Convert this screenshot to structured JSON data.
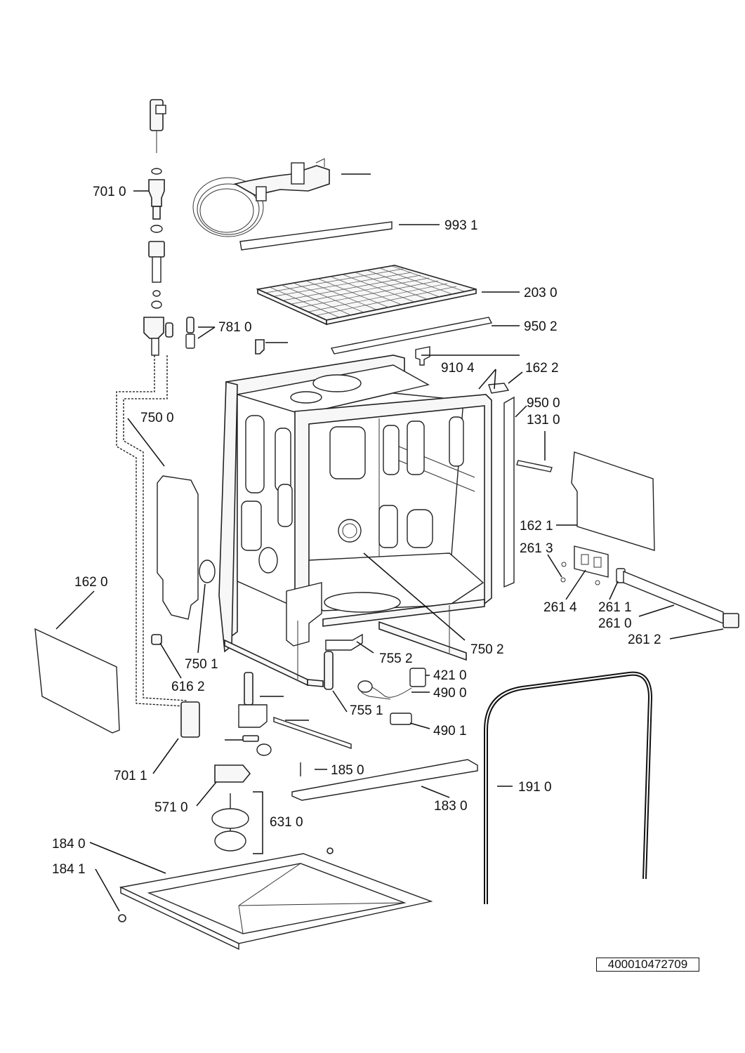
{
  "labels": {
    "p7010": "701 0",
    "p9931": "993 1",
    "p2030": "203 0",
    "p9502": "950 2",
    "p7810": "781 0",
    "p9104": "910 4",
    "p1622": "162 2",
    "p9500": "950 0",
    "p1310": "131 0",
    "p7500": "750 0",
    "p1621": "162 1",
    "p2613": "261 3",
    "p1620": "162 0",
    "p2614": "261 4",
    "p2611": "261 1",
    "p2610": "261 0",
    "p7502": "750 2",
    "p2612": "261 2",
    "p7501": "750 1",
    "p7552": "755 2",
    "p4210": "421 0",
    "p6162": "616 2",
    "p4900": "490 0",
    "p7551": "755 1",
    "p4901": "490 1",
    "p7011": "701 1",
    "p1850": "185 0",
    "p1910": "191 0",
    "p5710": "571 0",
    "p6310": "631 0",
    "p1830": "183 0",
    "p1840": "184 0",
    "p1841": "184 1"
  },
  "document_id": "400010472709"
}
